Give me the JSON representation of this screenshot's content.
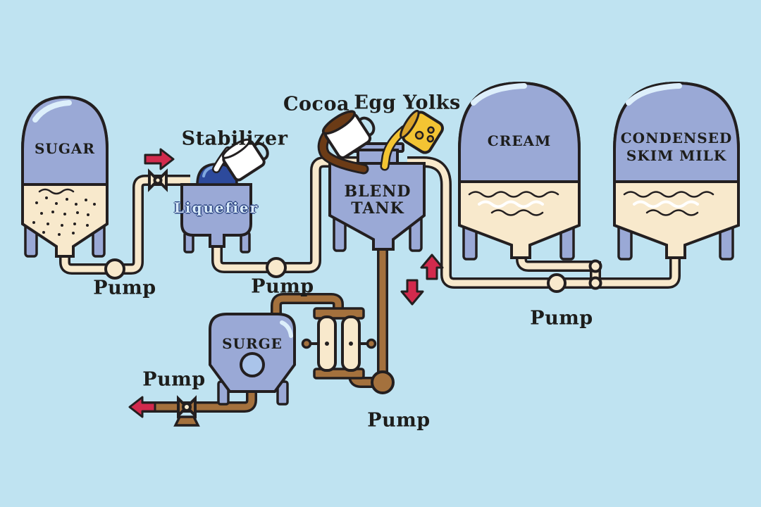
{
  "scene": "Ice cream mix blending process flow diagram",
  "colors": {
    "background": "#bfe3f1",
    "tank_blue": "#9aa9d6",
    "tank_shine": "#ddeffb",
    "cream": "#f8e9cc",
    "pipe_brown": "#a4713d",
    "cocoa_brown": "#6b3b16",
    "egg_yellow": "#f3c433",
    "egg_hole": "#d9a32a",
    "bowl_blue": "#2d4a9c",
    "arrow_red": "#d22a4d",
    "outline": "#231f20",
    "sight_glass": "#aac4ea",
    "liquefier_text": "#d8eaf9"
  },
  "tanks": {
    "sugar": {
      "label": "SUGAR"
    },
    "cream": {
      "label": "CREAM"
    },
    "condensed": {
      "label_line1": "CONDENSED",
      "label_line2": "SKIM MILK"
    },
    "blend": {
      "label_line1": "BLEND",
      "label_line2": "TANK"
    },
    "surge": {
      "label": "SURGE"
    },
    "liquefier": {
      "label": "Liquefier"
    }
  },
  "ingredients": {
    "stabilizer": {
      "label": "Stabilizer"
    },
    "cocoa": {
      "label": "Cocoa"
    },
    "egg_yolks": {
      "label": "Egg Yolks"
    }
  },
  "pumps": {
    "sugar_line": {
      "label": "Pump"
    },
    "liquefier_line": {
      "label": "Pump"
    },
    "mix_line": {
      "label": "Pump"
    },
    "surge_line": {
      "label": "Pump"
    },
    "dairy_line": {
      "label": "Pump"
    }
  }
}
